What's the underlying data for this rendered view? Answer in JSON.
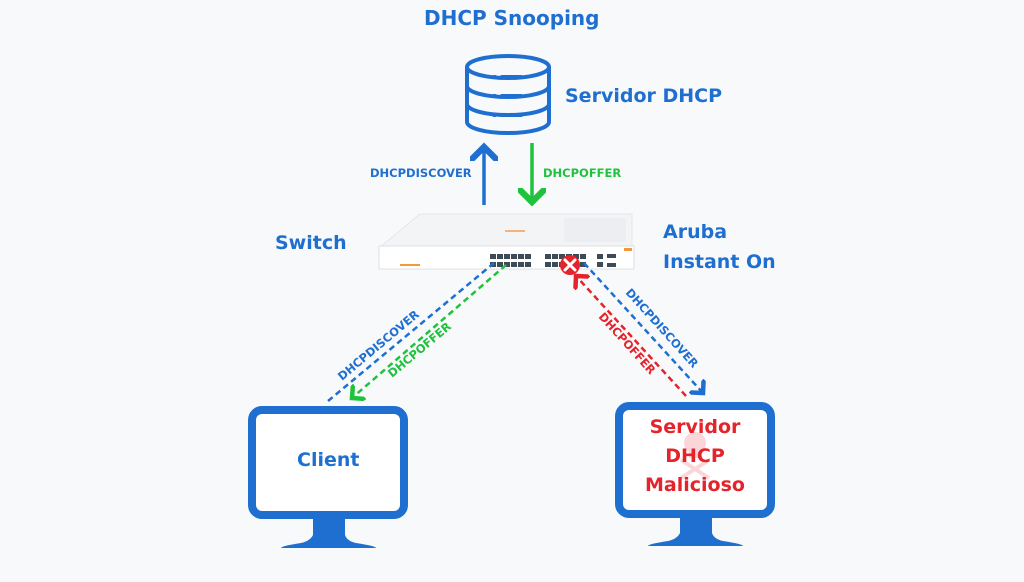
{
  "diagram": {
    "title": "DHCP Snooping",
    "nodes": {
      "dhcp_server": {
        "label": "Servidor DHCP",
        "icon": "database-server-icon"
      },
      "switch": {
        "label": "Switch",
        "brand_lines": [
          "Aruba",
          "Instant On"
        ],
        "icon": "network-switch-icon"
      },
      "client": {
        "label": "Client",
        "icon": "monitor-icon"
      },
      "rogue_server": {
        "label_lines": [
          "Servidor",
          "DHCP",
          "Malicioso"
        ],
        "icon": "monitor-icon",
        "watermark": "skull-crossbones-icon"
      }
    },
    "links": [
      {
        "from": "switch",
        "to": "dhcp_server",
        "message": "DHCPDISCOVER",
        "style": "solid",
        "color": "#1f6fd1"
      },
      {
        "from": "dhcp_server",
        "to": "switch",
        "message": "DHCPOFFER",
        "style": "solid",
        "color": "#1ec23c"
      },
      {
        "from": "client",
        "to": "switch",
        "message": "DHCPDISCOVER",
        "style": "dashed",
        "color": "#1f6fd1"
      },
      {
        "from": "switch",
        "to": "client",
        "message": "DHCPOFFER",
        "style": "dashed",
        "color": "#1ec23c"
      },
      {
        "from": "switch",
        "to": "rogue_server",
        "message": "DHCPDISCOVER",
        "style": "dashed",
        "color": "#1f6fd1"
      },
      {
        "from": "rogue_server",
        "to": "switch",
        "message": "DHCPOFFER",
        "style": "dashed",
        "color": "#e4232b",
        "blocked": true
      }
    ],
    "blocked_marker": "blocked-x-icon",
    "colors": {
      "primary": "#1f6fd1",
      "offer": "#1ec23c",
      "malicious": "#e4232b",
      "background": "#f8f9fb"
    }
  }
}
